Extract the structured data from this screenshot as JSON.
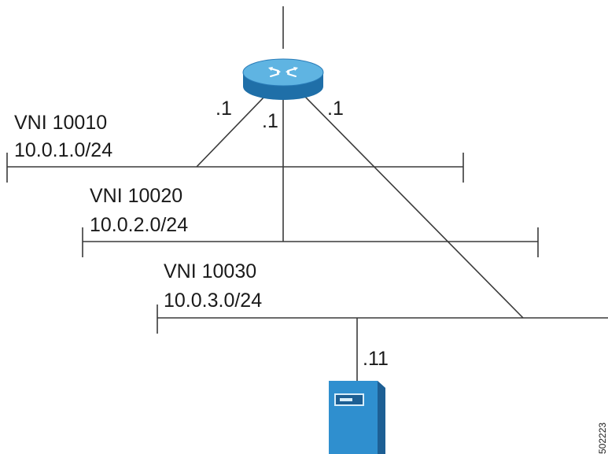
{
  "colors": {
    "line": "#3a3a3a",
    "router_top": "#5fb4e2",
    "router_side": "#1f6fa8",
    "server_body": "#2f8fcf",
    "server_dark": "#1d5f94"
  },
  "icons": {
    "router": "router-icon",
    "server": "server-icon"
  },
  "router_interfaces": {
    "vni10010": ".1",
    "vni10020": ".1",
    "vni10030": ".1"
  },
  "segments": [
    {
      "vni": "VNI 10010",
      "subnet": "10.0.1.0/24"
    },
    {
      "vni": "VNI 10020",
      "subnet": "10.0.2.0/24"
    },
    {
      "vni": "VNI 10030",
      "subnet": "10.0.3.0/24"
    }
  ],
  "server_interface": ".11",
  "figure_id": "502223"
}
